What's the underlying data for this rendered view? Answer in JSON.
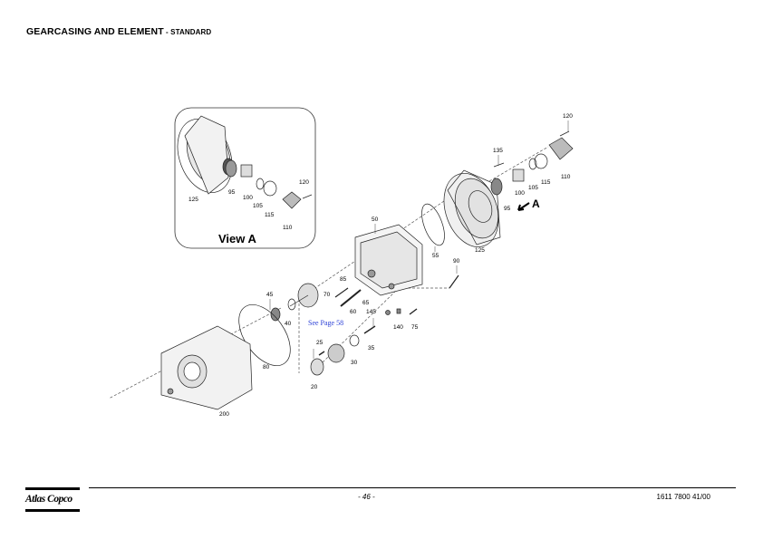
{
  "header": {
    "title": "GEARCASING AND ELEMENT",
    "subtitle": " - STANDARD"
  },
  "diagram": {
    "view_title": "View A",
    "arrow_label": "A",
    "see_page": "See Page 58",
    "inset_labels": {
      "p125": "125",
      "p95": "95",
      "p100": "100",
      "p105": "105",
      "p115": "115",
      "p120": "120",
      "p110": "110"
    },
    "labels": {
      "p120": "120",
      "p135": "135",
      "p95": "95",
      "p100": "100",
      "p105": "105",
      "p115": "115",
      "p110": "110",
      "p125": "125",
      "p50": "50",
      "p55": "55",
      "p90": "90",
      "p85": "85",
      "p70": "70",
      "p65": "65",
      "p60": "60",
      "p45": "45",
      "p40": "40",
      "p145": "145",
      "p140": "140",
      "p75": "75",
      "p35": "35",
      "p25": "25",
      "p30": "30",
      "p20": "20",
      "p80": "80",
      "p200": "200"
    }
  },
  "footer": {
    "brand": "Atlas Copco",
    "page_number": "- 46 -",
    "doc_number": "1611 7800 41/00"
  }
}
